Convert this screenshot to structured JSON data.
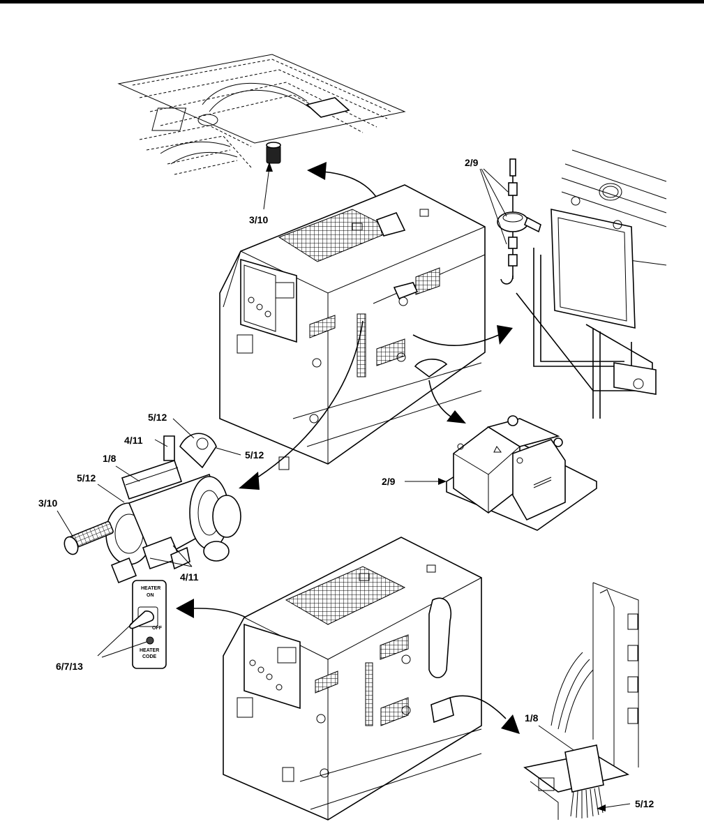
{
  "callouts": {
    "c_3_10_top": "3/10",
    "c_2_9_top": "2/9",
    "c_5_12_a": "5/12",
    "c_4_11_a": "4/11",
    "c_1_8_a": "1/8",
    "c_5_12_b": "5/12",
    "c_5_12_c": "5/12",
    "c_3_10_left": "3/10",
    "c_2_9_battery": "2/9",
    "c_4_11_b": "4/11",
    "c_6_7_13": "6/7/13",
    "c_1_8_b": "1/8",
    "c_5_12_d": "5/12"
  },
  "switch_panel": {
    "line1": "HEATER",
    "line2": "ON",
    "line3": "OFF",
    "line4": "HEATER",
    "line5": "CODE"
  }
}
